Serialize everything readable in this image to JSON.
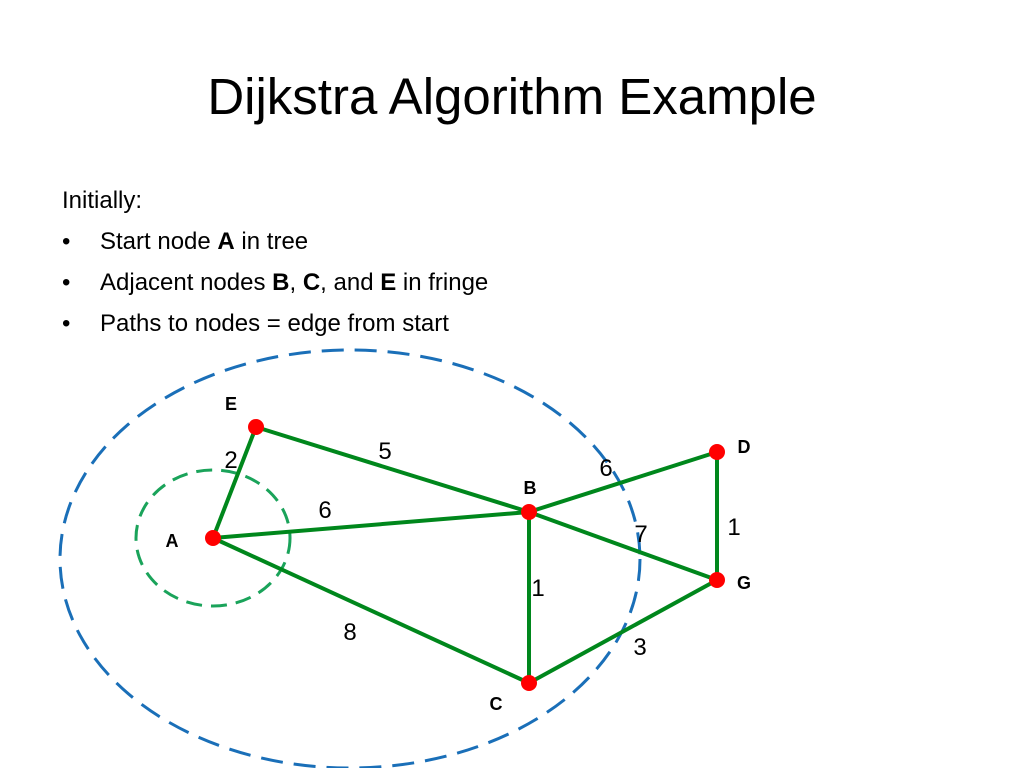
{
  "slide": {
    "title": "Dijkstra Algorithm Example",
    "intro": "Initially:",
    "bullet_marker": "•",
    "bullets": [
      [
        {
          "t": "Start node ",
          "b": false
        },
        {
          "t": "A",
          "b": true
        },
        {
          "t": " in tree",
          "b": false
        }
      ],
      [
        {
          "t": "Adjacent nodes ",
          "b": false
        },
        {
          "t": "B",
          "b": true
        },
        {
          "t": ", ",
          "b": false
        },
        {
          "t": "C",
          "b": true
        },
        {
          "t": ", and ",
          "b": false
        },
        {
          "t": "E",
          "b": true
        },
        {
          "t": " in fringe",
          "b": false
        }
      ],
      [
        {
          "t": "Paths to nodes = edge from start",
          "b": false
        }
      ]
    ]
  },
  "graph": {
    "nodes": [
      "A",
      "B",
      "C",
      "D",
      "E",
      "G"
    ],
    "edges": [
      {
        "from": "A",
        "to": "E",
        "weight": "2"
      },
      {
        "from": "A",
        "to": "B",
        "weight": "6"
      },
      {
        "from": "A",
        "to": "C",
        "weight": "8"
      },
      {
        "from": "E",
        "to": "B",
        "weight": "5"
      },
      {
        "from": "B",
        "to": "C",
        "weight": "1"
      },
      {
        "from": "B",
        "to": "D",
        "weight": "6"
      },
      {
        "from": "B",
        "to": "G",
        "weight": "7"
      },
      {
        "from": "D",
        "to": "G",
        "weight": "1"
      },
      {
        "from": "C",
        "to": "G",
        "weight": "3"
      }
    ],
    "tree_nodes": [
      "A"
    ],
    "fringe_nodes": [
      "B",
      "C",
      "E"
    ]
  },
  "colors": {
    "node": "#ff0000",
    "edge": "#00871c",
    "tree_boundary": "#1aa35a",
    "fringe_boundary": "#1a6fb8"
  }
}
